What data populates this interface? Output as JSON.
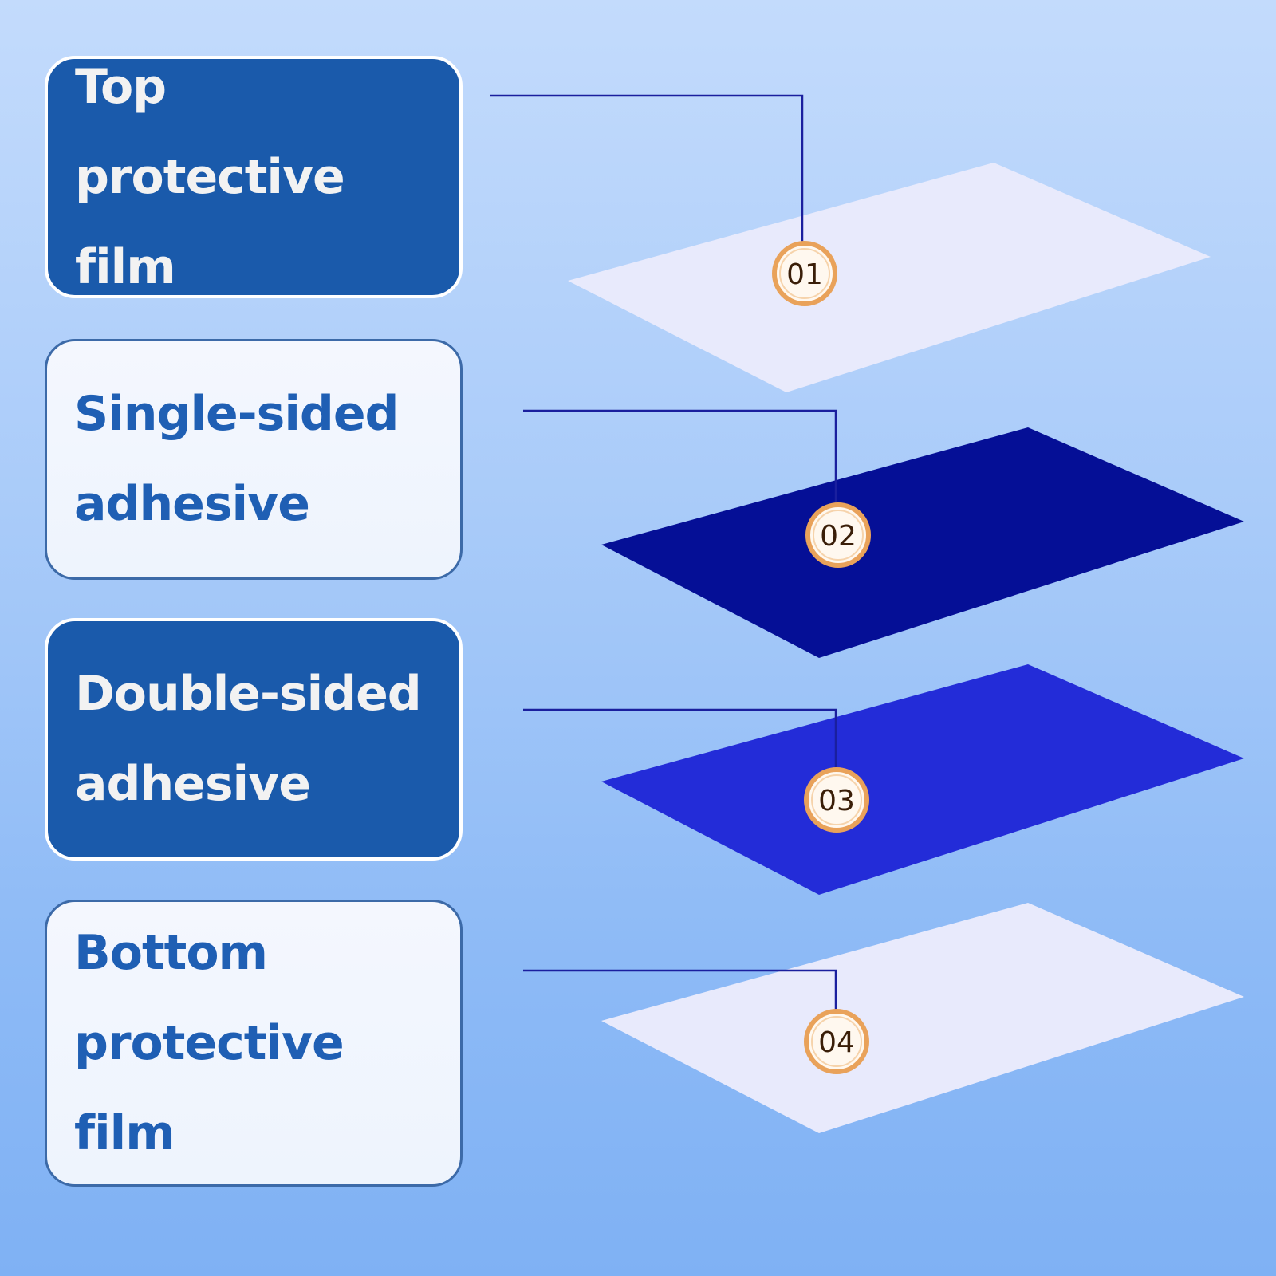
{
  "layers": [
    {
      "number": "01",
      "label": "Top protective film",
      "box_style": "dark",
      "sheet_color": "#e8eafc"
    },
    {
      "number": "02",
      "label": "Single-sided adhesive",
      "box_style": "light",
      "sheet_color": "#050f96"
    },
    {
      "number": "03",
      "label": "Double-sided adhesive",
      "box_style": "dark",
      "sheet_color": "#232cd8"
    },
    {
      "number": "04",
      "label": "Bottom protective film",
      "box_style": "light",
      "sheet_color": "#e8eafc"
    }
  ],
  "colors": {
    "background_top": "#c3dbfc",
    "background_bottom": "#7fb1f4",
    "dark_box": "#1a5aab",
    "light_box_text": "#1f5fb4",
    "leader_line": "#1a1f9e",
    "badge_ring": "#e9a25a",
    "badge_fill": "#fff8ef"
  }
}
